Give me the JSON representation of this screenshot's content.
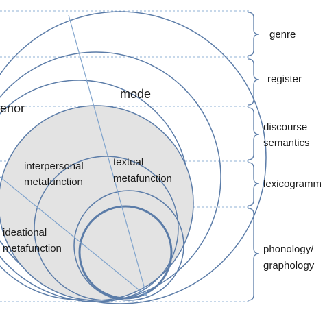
{
  "diagram": {
    "circle_labels": {
      "mode": "mode",
      "tenor": "enor",
      "interpersonal_line1": "interpersonal",
      "interpersonal_line2": "metafunction",
      "textual_line1": "textual",
      "textual_line2": "metafunction",
      "ideational_line1": "ideational",
      "ideational_line2": "metafunction"
    },
    "strata": {
      "genre": "genre",
      "register": "register",
      "discourse_line1": "discourse",
      "discourse_line2": "semantics",
      "lexicogrammar": "lexicogramm",
      "phonology_line1": "phonology/",
      "phonology_line2": "graphology"
    },
    "colors": {
      "circle_stroke": "#5b7ca8",
      "fill_gray": "#e3e3e3",
      "dashed_line": "#8fb0d6",
      "bracket": "#5b7ca8"
    }
  }
}
